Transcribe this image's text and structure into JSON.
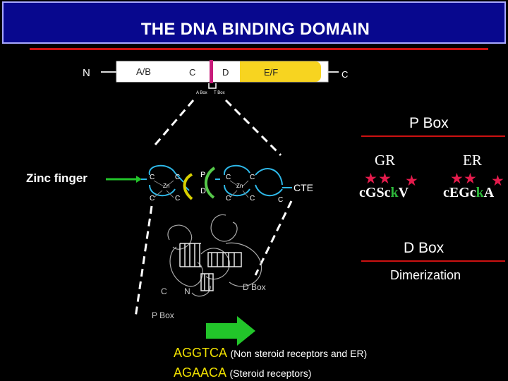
{
  "title": "THE DNA BINDING DOMAIN",
  "domain_bar": {
    "n_label": "N",
    "c_terminal_label": "C",
    "segments": [
      "A/B",
      "C",
      "D",
      "E/F"
    ],
    "a_box": "A Box",
    "t_box": "T Box"
  },
  "zinc_finger": {
    "label": "Zinc finger",
    "c": "C",
    "zn": "Zn",
    "p": "P",
    "d": "D",
    "cte": "CTE"
  },
  "p_box": {
    "title": "P Box",
    "gr": {
      "label": "GR",
      "seq_a": "c",
      "seq_b": "GSc",
      "seq_c": "k",
      "seq_d": "V"
    },
    "er": {
      "label": "ER",
      "seq_a": "c",
      "seq_b": "EGc",
      "seq_c": "k",
      "seq_d": "A"
    }
  },
  "d_box": {
    "title": "D Box",
    "function": "Dimerization"
  },
  "structure": {
    "c": "C",
    "n": "N",
    "d_box": "D Box",
    "p_box": "P Box"
  },
  "sequences": [
    {
      "seq": "AGGTCA",
      "note": "(Non steroid receptors and ER)"
    },
    {
      "seq": "AGAACA",
      "note": "(Steroid receptors)"
    }
  ],
  "colors": {
    "seq": "#f0e000",
    "accent_red": "#e41b4c",
    "arrow_green": "#22c52a",
    "title_blue": "#08088e",
    "k_green": "#2db83a"
  }
}
